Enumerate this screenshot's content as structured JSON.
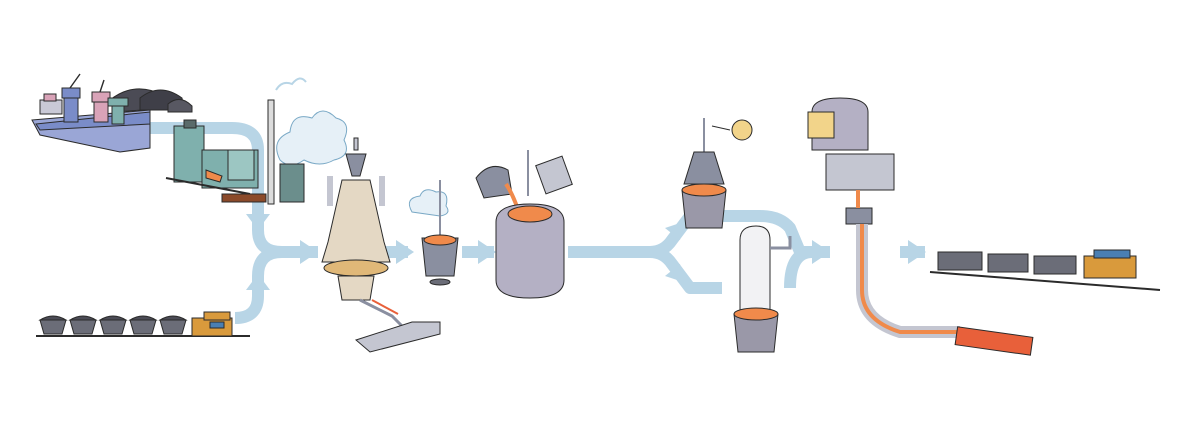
{
  "colors": {
    "background": "#ffffff",
    "flow": "#b8d5e6",
    "outline": "#2b2b2b",
    "steel_gray": "#8a8fa0",
    "steel_light": "#c4c6d1",
    "furnace_tan": "#e4d8c4",
    "molten": "#f08a4b",
    "hot_slab": "#e8603a",
    "wagon_dark": "#6b6d78",
    "loco_orange": "#d99a3c",
    "loco_blue": "#4a7fb3",
    "ship_blue": "#7a8cc8",
    "cargo_pink": "#d9a3b8",
    "gate_yellow": "#f2d48a",
    "coke_teal": "#7fb0ad"
  },
  "stages": [
    {
      "id": "raw-material-port",
      "icon": "cargo-ship-and-cranes-icon"
    },
    {
      "id": "coke-oven-plant",
      "icon": "coke-oven-icon"
    },
    {
      "id": "ore-train",
      "icon": "ore-train-icon"
    },
    {
      "id": "blast-furnace",
      "icon": "blast-furnace-icon"
    },
    {
      "id": "hot-metal-pretreatment",
      "icon": "ladle-icon"
    },
    {
      "id": "basic-oxygen-converter",
      "icon": "converter-icon"
    },
    {
      "id": "ladle-refining",
      "icon": "ladle-furnace-icon"
    },
    {
      "id": "vacuum-degassing",
      "icon": "vacuum-degasser-icon"
    },
    {
      "id": "continuous-casting",
      "icon": "continuous-caster-icon"
    },
    {
      "id": "product-shipping",
      "icon": "flatcar-train-icon"
    }
  ]
}
